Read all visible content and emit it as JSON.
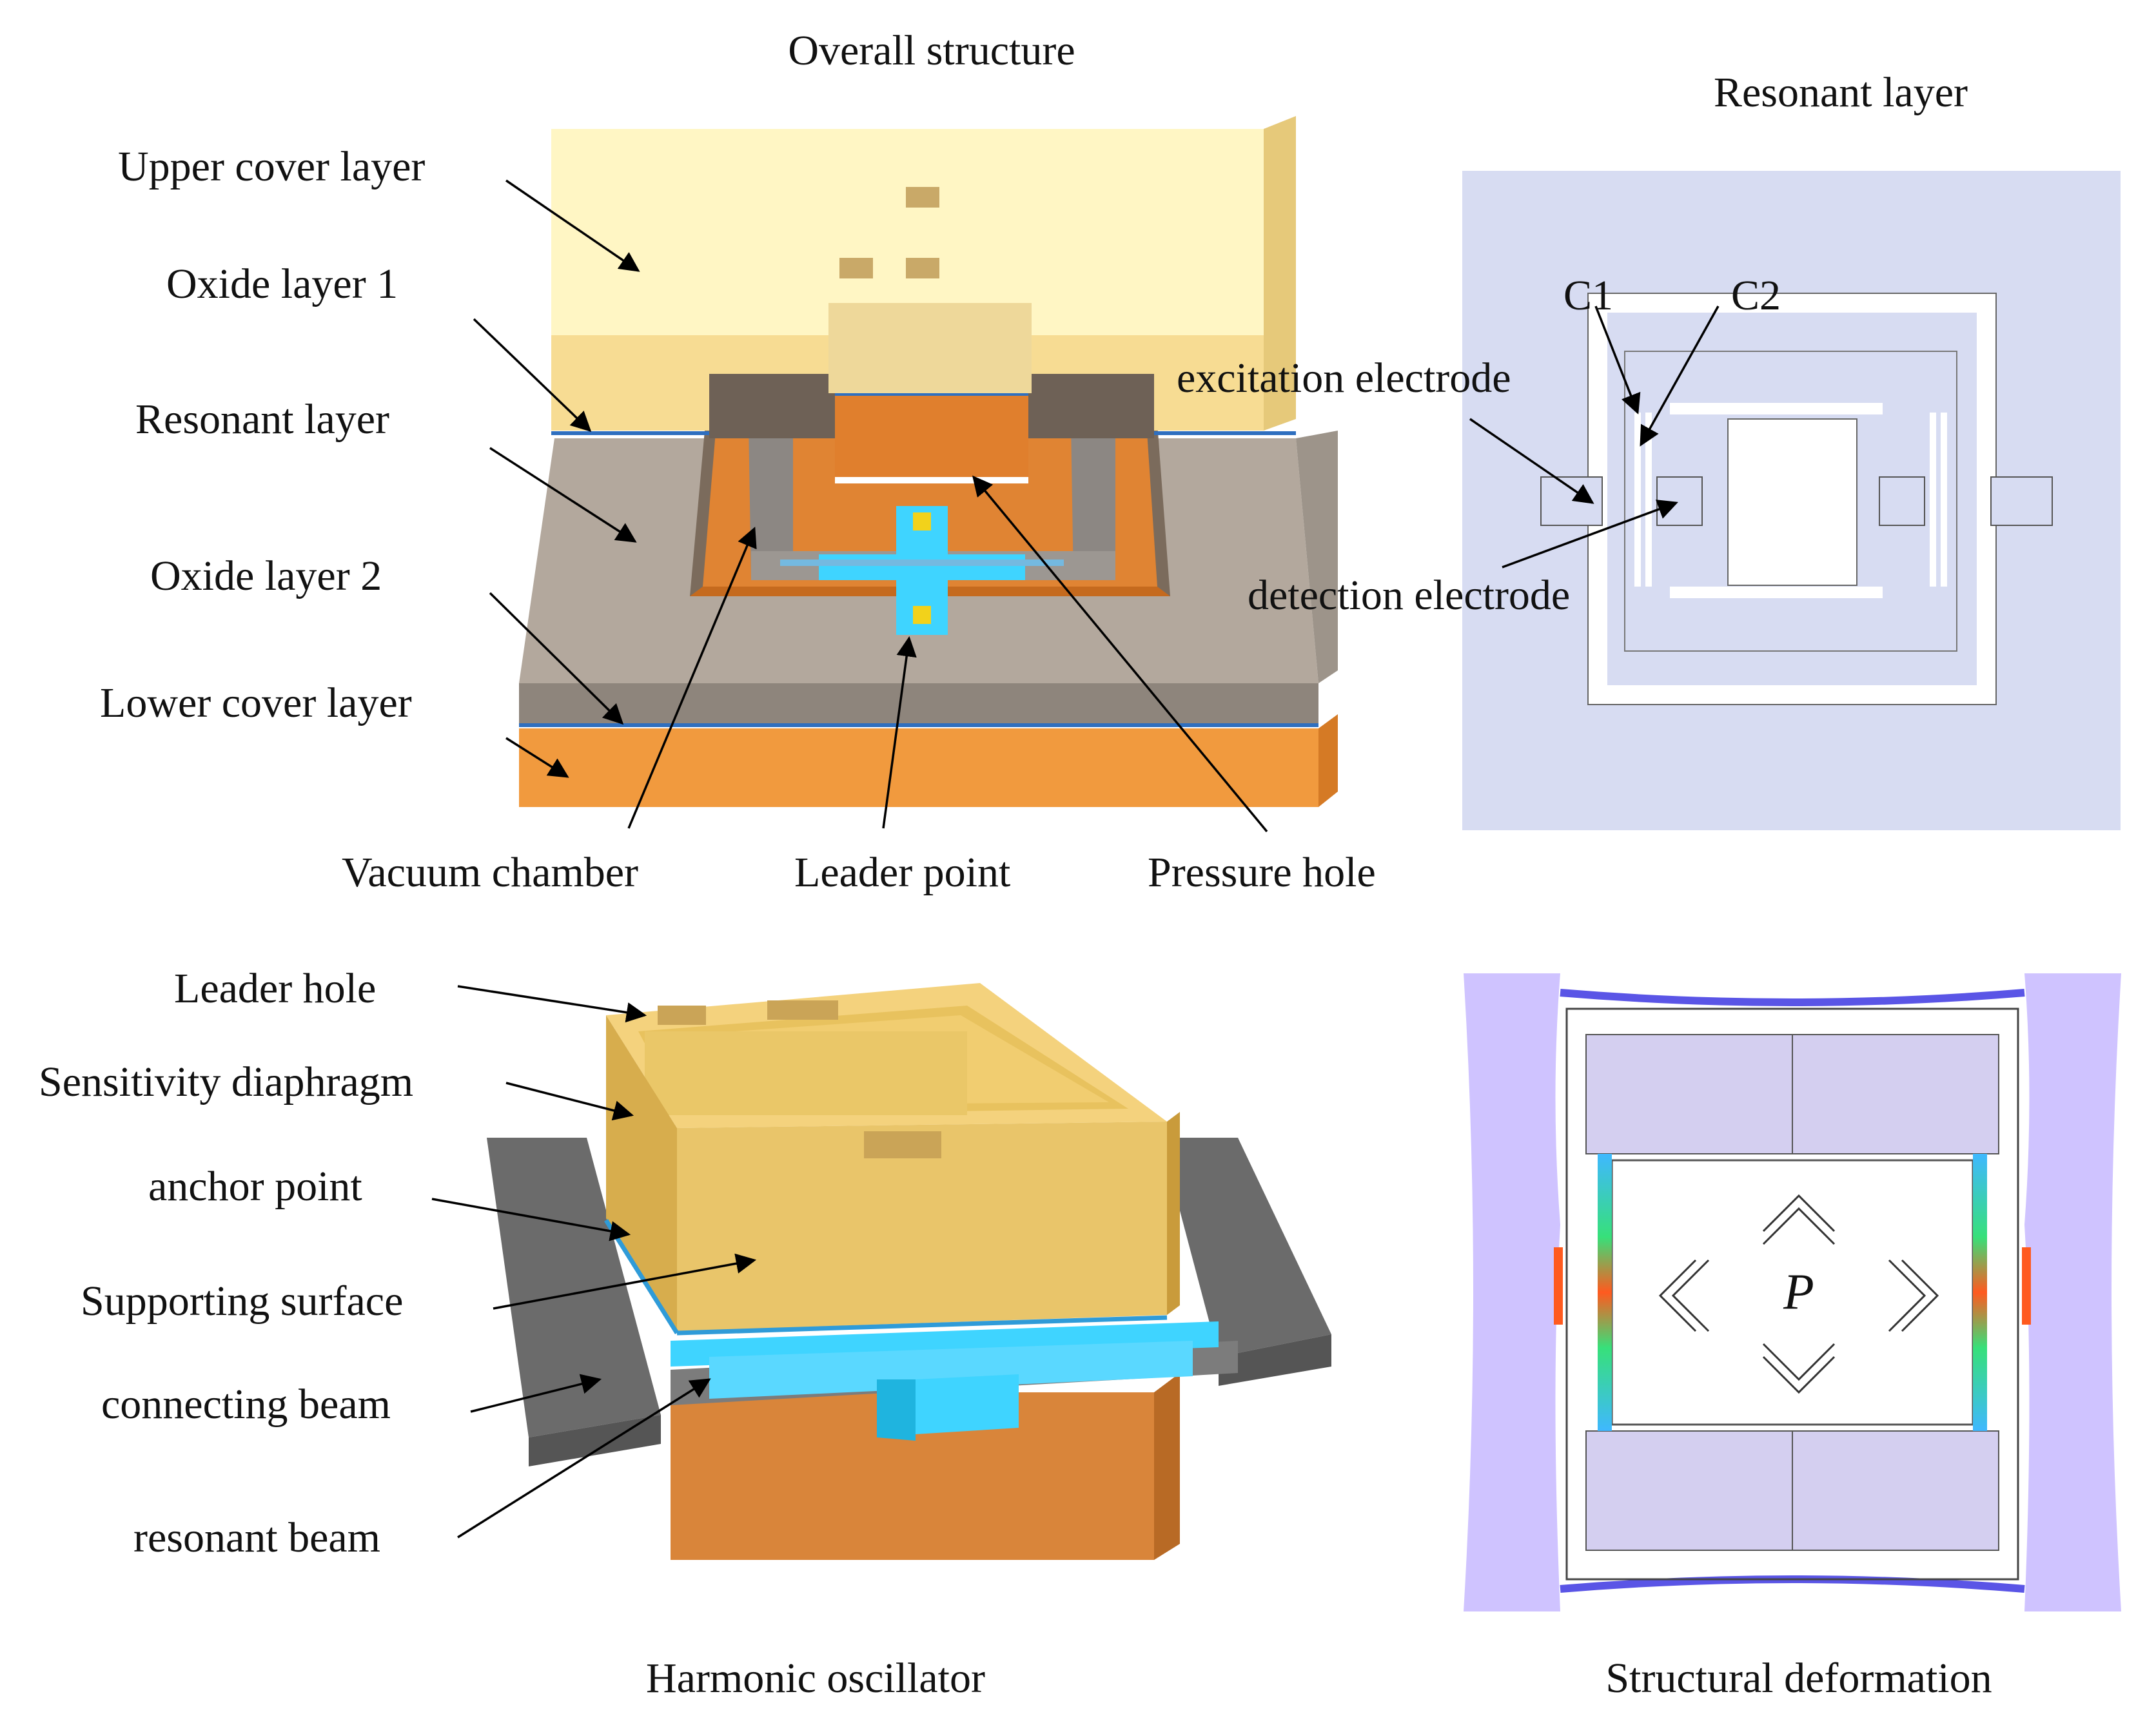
{
  "panels": {
    "overall": {
      "title": "Overall structure",
      "labels": {
        "upper_cover": "Upper cover layer",
        "oxide1": "Oxide layer 1",
        "resonant": "Resonant layer",
        "oxide2": "Oxide layer 2",
        "lower_cover": "Lower cover layer",
        "vacuum": "Vacuum chamber",
        "leader_point": "Leader point",
        "pressure_hole": "Pressure hole"
      }
    },
    "resonant_layer": {
      "title": "Resonant layer",
      "labels": {
        "c1": "C1",
        "c2": "C2",
        "excitation": "excitation electrode",
        "detection": "detection electrode"
      }
    },
    "harmonic": {
      "title": "Harmonic oscillator",
      "labels": {
        "leader_hole": "Leader hole",
        "sensitivity": "Sensitivity diaphragm",
        "anchor": "anchor point",
        "supporting": "Supporting surface",
        "connecting": "connecting beam",
        "resonant_beam": "resonant beam"
      }
    },
    "deformation": {
      "title": "Structural deformation",
      "labels": {
        "pressure": "P"
      }
    }
  },
  "colors": {
    "upper_top": "#fff3b0",
    "upper_front": "#f7dc93",
    "resonant_top": "#b3a89d",
    "resonant_front": "#8e857c",
    "lower_cover": "#f19a3e",
    "oxide": "#2f6fbf",
    "cyan": "#3fd4ff",
    "gold": "#f2d21b",
    "lavender": "#d7dcf2",
    "dark_gray": "#6b6b6b"
  }
}
